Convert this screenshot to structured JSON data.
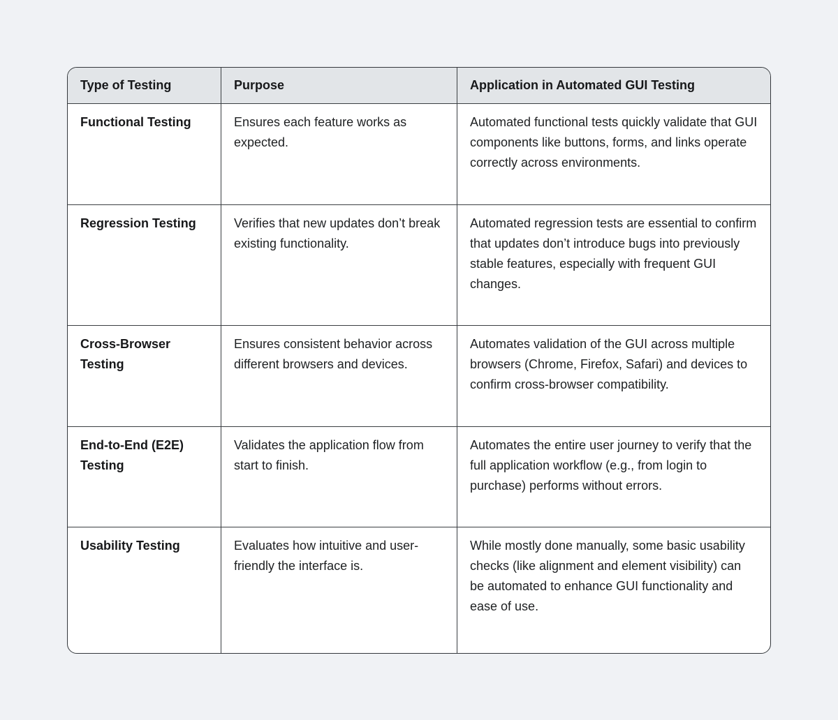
{
  "colors": {
    "page_background": "#f0f2f5",
    "table_background": "#ffffff",
    "header_background": "#e2e5e8",
    "border": "#3a3e42",
    "text": "#1e2022"
  },
  "table": {
    "headers": [
      "Type of Testing",
      "Purpose",
      "Application in Automated GUI Testing"
    ],
    "rows": [
      {
        "type": "Functional Testing",
        "purpose": "Ensures each feature works as expected.",
        "application": "Automated functional tests quickly validate that GUI components like buttons, forms, and links operate correctly across environments."
      },
      {
        "type": "Regression Testing",
        "purpose": "Verifies that new updates don’t break existing functionality.",
        "application": "Automated regression tests are essential to confirm that updates don’t introduce bugs into previously stable features, especially with frequent GUI changes."
      },
      {
        "type": "Cross-Browser Testing",
        "purpose": "Ensures consistent behavior across different browsers and devices.",
        "application": "Automates validation of the GUI across multiple browsers (Chrome, Firefox, Safari) and devices to confirm cross-browser compatibility."
      },
      {
        "type": "End-to-End (E2E) Testing",
        "purpose": "Validates the application flow from start to finish.",
        "application": "Automates the entire user journey to verify that the full application workflow (e.g., from login to purchase) performs without errors."
      },
      {
        "type": "Usability Testing",
        "purpose": "Evaluates how intuitive and user-friendly the interface is.",
        "application": "While mostly done manually, some basic usability checks (like alignment and element visibility) can be automated to enhance GUI functionality and ease of use."
      }
    ]
  }
}
